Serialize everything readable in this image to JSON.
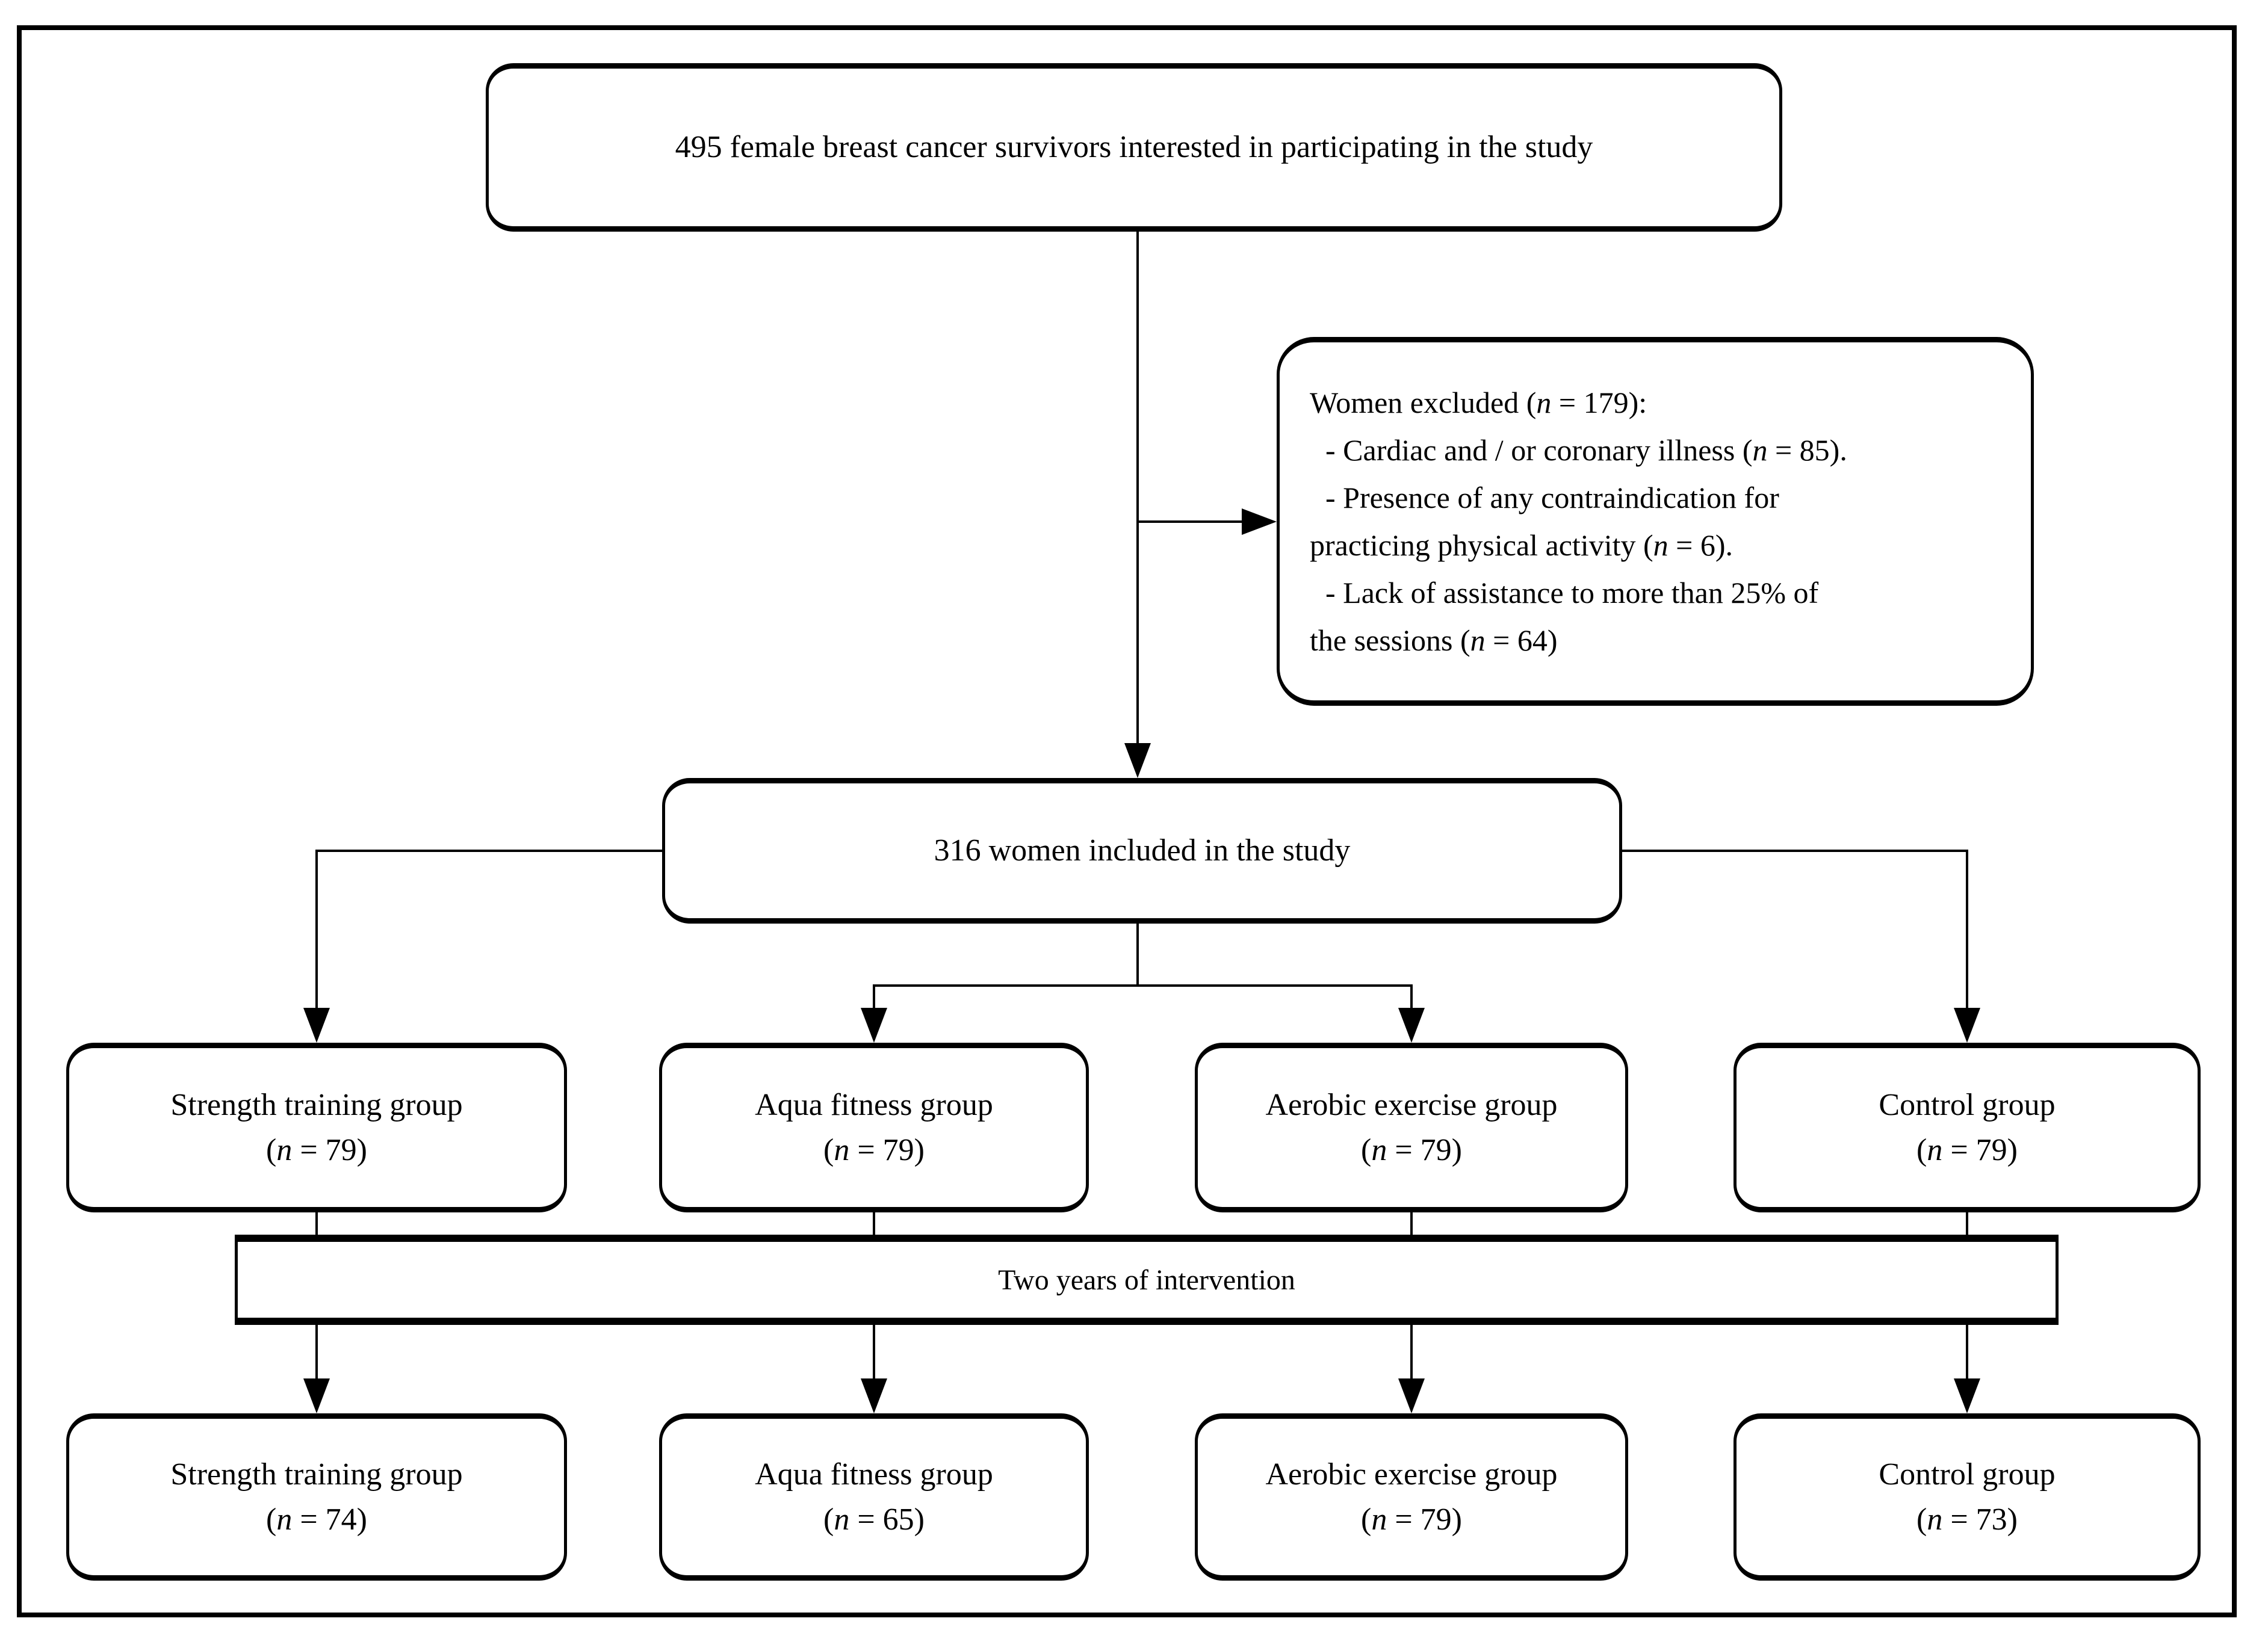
{
  "colors": {
    "ink": "#000000",
    "paper": "#ffffff"
  },
  "flow": {
    "top_box": {
      "text": "495 female breast cancer survivors interested in participating in the study"
    },
    "excluded_box": {
      "title": "Women excluded (*n* = 179):",
      "items": [
        "- Cardiac and / or coronary illness (*n* = 85).",
        "- Presence of any contraindication for\npracticing physical activity (*n* = 6).",
        "- Lack of assistance to more than 25% of\nthe sessions (*n* = 64)"
      ]
    },
    "included_box": {
      "text": "316 women included in the study"
    },
    "baseline_groups": [
      {
        "label": "Strength training group",
        "n": "(*n* = 79)"
      },
      {
        "label": "Aqua fitness group",
        "n": "(*n* = 79)"
      },
      {
        "label": "Aerobic exercise group",
        "n": "(*n* = 79)"
      },
      {
        "label": "Control group",
        "n": "(*n* = 79)"
      }
    ],
    "banner": {
      "text": "Two years of intervention"
    },
    "final_groups": [
      {
        "label": "Strength training group",
        "n": "(*n* = 74)"
      },
      {
        "label": "Aqua fitness group",
        "n": "(*n* = 65)"
      },
      {
        "label": "Aerobic exercise group",
        "n": "(*n* = 79)"
      },
      {
        "label": "Control group",
        "n": "(*n* = 73)"
      }
    ]
  }
}
